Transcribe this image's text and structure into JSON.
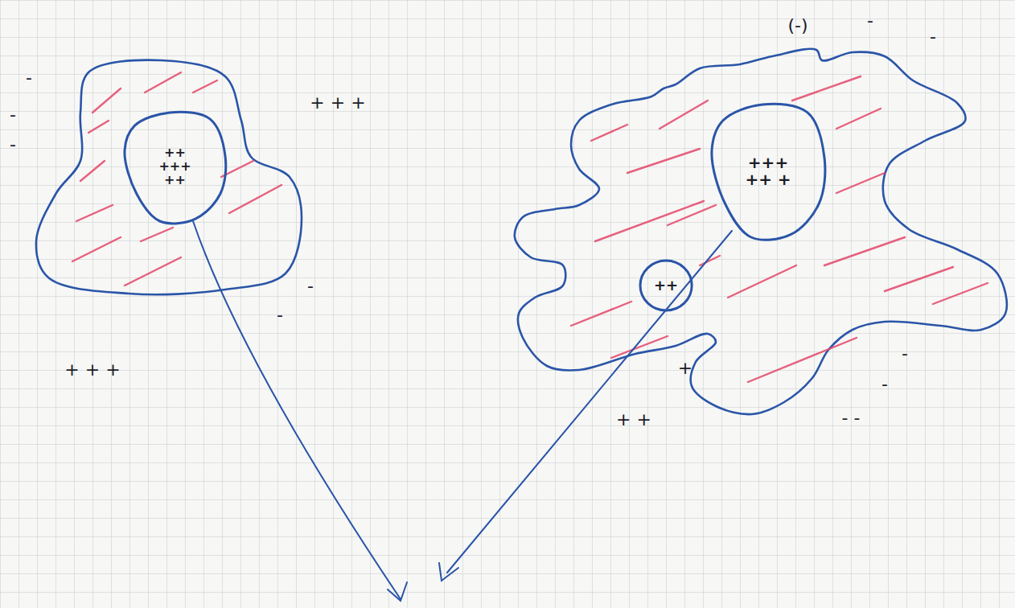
{
  "diagram": {
    "nodes": [
      {
        "text": [
          "++ +++ ++"
        ]
      },
      {
        "text": [
          "+++ ++ +"
        ]
      },
      {
        "text": [
          "++"
        ]
      }
    ],
    "labels": [
      "-",
      "-",
      "-",
      "+ + +",
      "-",
      "-",
      "+ + +",
      "(-)",
      "-",
      "-",
      "-",
      "-",
      "- -",
      "+",
      "+ +"
    ]
  }
}
